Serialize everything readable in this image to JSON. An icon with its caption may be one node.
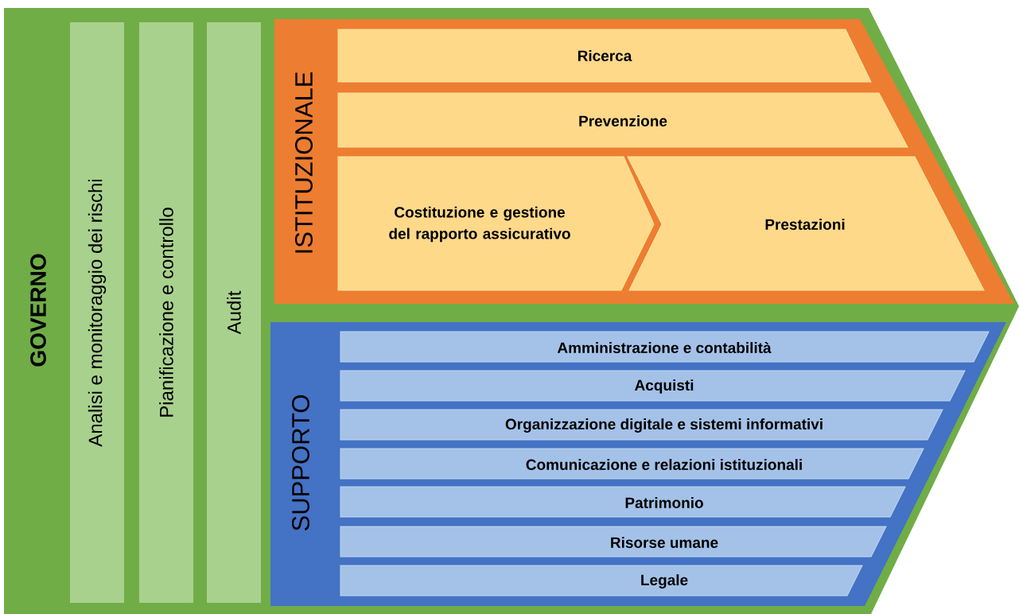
{
  "diagram": {
    "nodes": [
      {
        "text": [
          "GOVERNO"
        ]
      },
      {
        "text": [
          "Analisi e monitoraggio dei rischi"
        ],
        "in": 0
      },
      {
        "text": [
          "Pianificazione e controllo"
        ],
        "in": 0
      },
      {
        "text": [
          "Audit"
        ],
        "in": 0
      },
      {
        "text": [
          "ISTITUZIONALE"
        ],
        "in": 0
      },
      {
        "text": [
          "Ricerca"
        ],
        "in": 4
      },
      {
        "text": [
          "Prevenzione"
        ],
        "in": 4
      },
      {
        "text": [
          "Costituzione e gestione del rapporto assicurativo"
        ],
        "in": 4
      },
      {
        "text": [
          "Prestazioni"
        ],
        "in": 4
      },
      {
        "text": [
          "SUPPORTO"
        ],
        "in": 0
      },
      {
        "text": [
          "Amministrazione e contabilità"
        ],
        "in": 9
      },
      {
        "text": [
          "Acquisti"
        ],
        "in": 9
      },
      {
        "text": [
          "Organizzazione digitale e sistemi informativi"
        ],
        "in": 9
      },
      {
        "text": [
          "Comunicazione e relazioni istituzionali"
        ],
        "in": 9
      },
      {
        "text": [
          "Patrimonio"
        ],
        "in": 9
      },
      {
        "text": [
          "Risorse umane"
        ],
        "in": 9
      },
      {
        "text": [
          "Legale"
        ],
        "in": 9
      }
    ]
  }
}
